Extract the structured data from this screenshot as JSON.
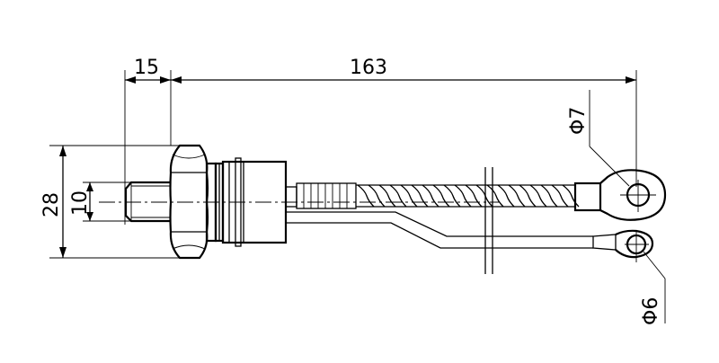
{
  "dimensions": {
    "thread_length": "15",
    "total_length": "163",
    "hex_width": "28",
    "thread_diameter": "10",
    "main_terminal_hole": "Φ7",
    "gate_terminal_hole": "Φ6"
  }
}
